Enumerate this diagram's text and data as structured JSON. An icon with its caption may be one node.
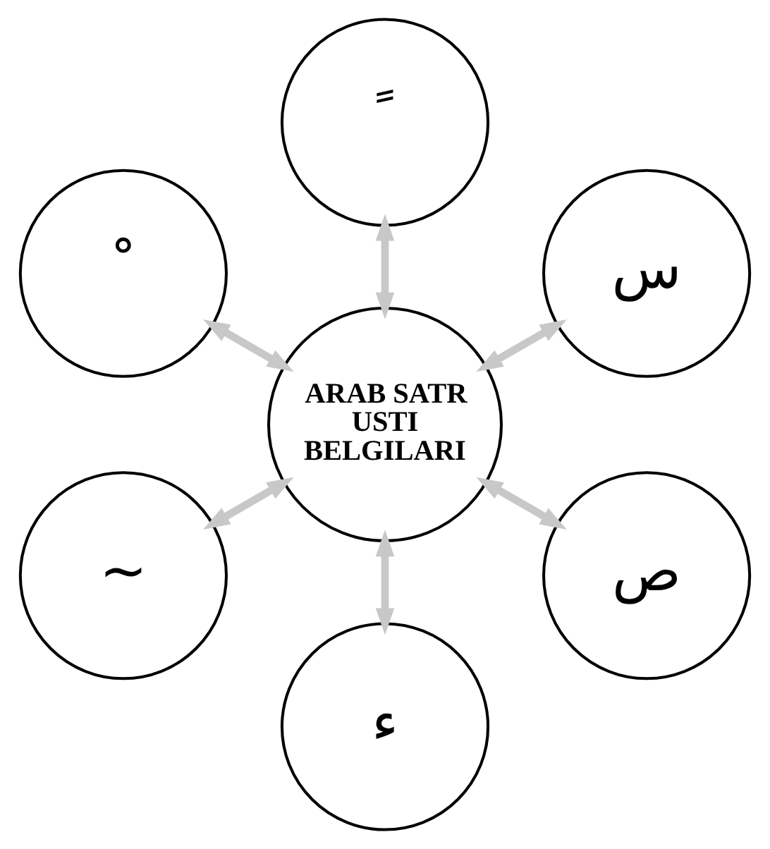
{
  "diagram": {
    "nodes": [
      {
        "text": [
          "ARAB SATR USTI BELGILARI"
        ]
      },
      {
        "text": [
          "س"
        ]
      },
      {
        "text": [
          "ﹰ"
        ]
      },
      {
        "text": [
          "ﹾ"
        ]
      },
      {
        "text": [
          "~"
        ]
      },
      {
        "text": [
          "ء"
        ]
      },
      {
        "text": [
          "ص"
        ]
      }
    ],
    "edges": [
      {
        "from": 0,
        "to": 1,
        "arrow": "both",
        "color": "#c8c8c8"
      },
      {
        "from": 0,
        "to": 2,
        "arrow": "both",
        "color": "#c8c8c8"
      },
      {
        "from": 0,
        "to": 3,
        "arrow": "both",
        "color": "#c8c8c8"
      },
      {
        "from": 0,
        "to": 4,
        "arrow": "both",
        "color": "#c8c8c8"
      },
      {
        "from": 0,
        "to": 5,
        "arrow": "both",
        "color": "#c8c8c8"
      },
      {
        "from": 0,
        "to": 6,
        "arrow": "both",
        "color": "#c8c8c8"
      }
    ]
  }
}
